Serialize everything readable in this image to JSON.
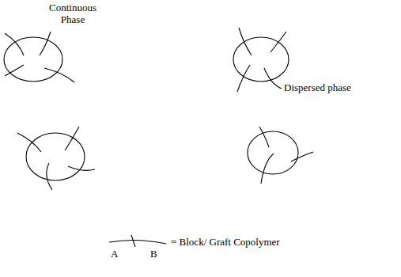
{
  "diagram": {
    "labels": [
      "Continuous Phase",
      "Dispersed phase",
      "A",
      "B"
    ],
    "legend": [
      {
        "text": "= Block/ Graft Copolymer"
      }
    ]
  }
}
